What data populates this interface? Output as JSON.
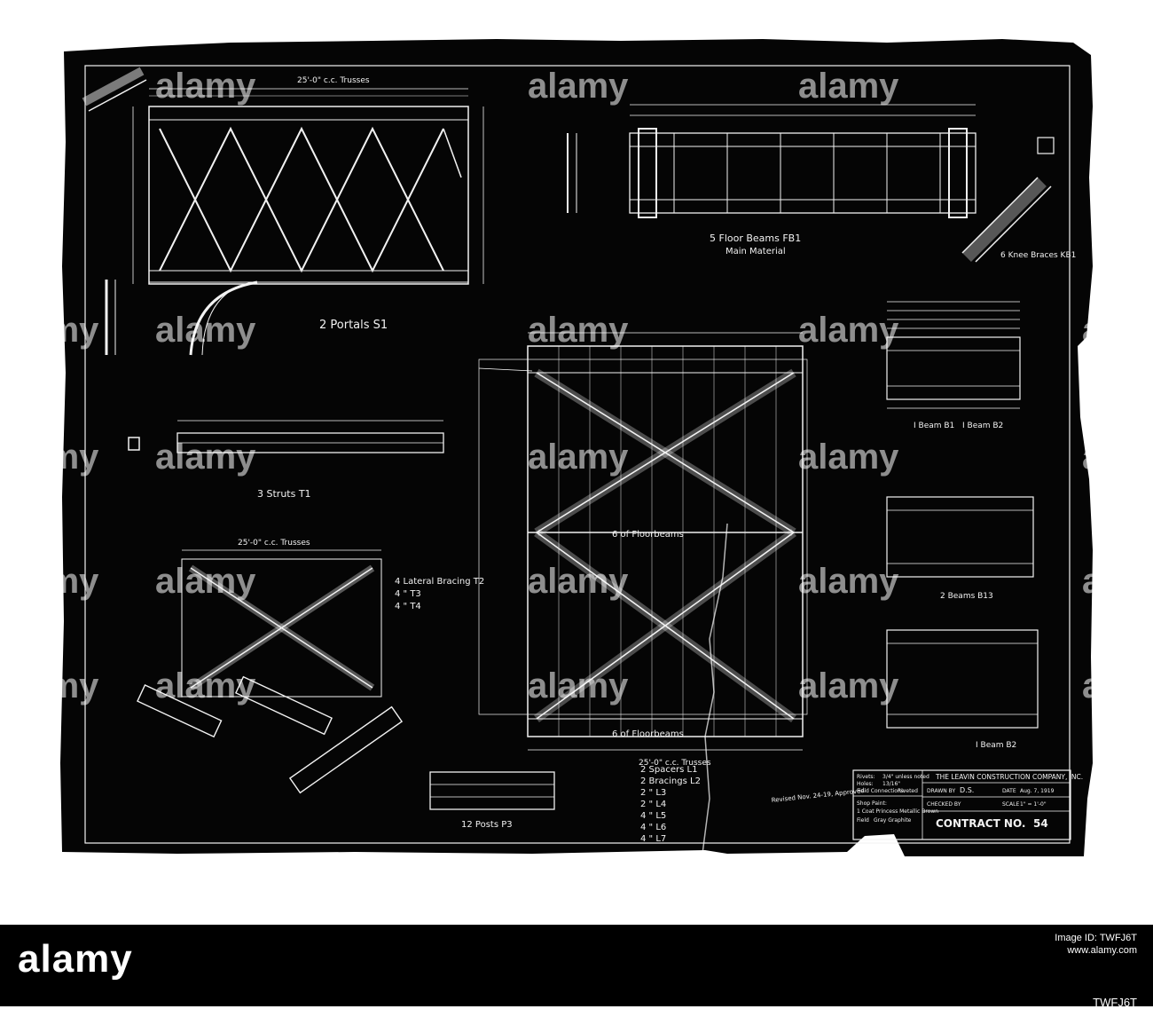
{
  "drawing": {
    "portals_title": "2 Portals S1",
    "struts_title": "3 Struts T1",
    "lateral_title_1": "4 Lateral Bracing T2",
    "lateral_title_2": "4       \"      T3",
    "lateral_title_3": "4       \"      T4",
    "floorbeams_title": "5 Floor Beams FB1",
    "floorbeams_sub": "Main Material",
    "knee_braces_title": "6 Knee Braces KB1",
    "posts_title": "12 Posts P3",
    "floorbeam_note_top": "6 of Floorbeams",
    "floorbeam_note_bottom": "6 of Floorbeams",
    "truss_span_top": "25'-0\" c.c. Trusses",
    "truss_span_lateral": "25'-0\" c.c. Trusses",
    "truss_span_center": "25'-0\" c.c. Trusses",
    "beam_b_title": "I Beam B1",
    "beam_b_title2": "I Beam B2",
    "beams_b13": "2 Beams B13",
    "i_beam_b2": "I Beam B2",
    "spacers": [
      "2 Spacers L1",
      "2 Bracings L2",
      "2       \"     L3",
      "2       \"     L4",
      "4       \"     L5",
      "4       \"     L6",
      "4       \"     L7"
    ],
    "revised_note": "Revised Nov. 24-19, Approved",
    "title_block": {
      "company": "THE LEAVIN CONSTRUCTION COMPANY, INC.",
      "rivets_label": "Rivets:",
      "rivets_value": "3/4\" unless noted",
      "holes_label": "Holes:",
      "holes_value": "13/16\"",
      "field_label": "Field Connections:",
      "field_value": "Riveted",
      "drawn_by_label": "DRAWN BY",
      "drawn_by": "D.S.",
      "date_label": "DATE",
      "date": "Aug. 7, 1919",
      "checked_label": "CHECKED BY",
      "scale_label": "SCALE",
      "scale": "1\" = 1'-0\"",
      "shop_paint_label": "Shop Paint:",
      "shop_paint": "1 Coat Princess Metallic Brown",
      "field_paint_label": "Field",
      "field_paint": "Gray Graphite",
      "contract_label": "CONTRACT NO.",
      "contract_no": "54"
    }
  },
  "watermarks": [
    "alamy",
    "alamy",
    "alamy",
    "alamy",
    "alamy",
    "alamy",
    "alamy",
    "alamy",
    "alamy",
    "alamy",
    "alamy",
    "alamy",
    "alamy",
    "alamy",
    "alamy",
    "alamy",
    "alamy",
    "alamy",
    "alamy",
    "alamy",
    "alamy",
    "alamy",
    "alamy",
    "alamy"
  ],
  "footer": {
    "logo": "alamy",
    "image_id": "TWFJ6T",
    "meta_line_1": "Image ID: TWFJ6T",
    "meta_line_2": "www.alamy.com"
  },
  "colors": {
    "blueprint_bg": "#050505",
    "ink": "#f2f2f2",
    "page": "#ffffff",
    "footer": "#000000"
  }
}
